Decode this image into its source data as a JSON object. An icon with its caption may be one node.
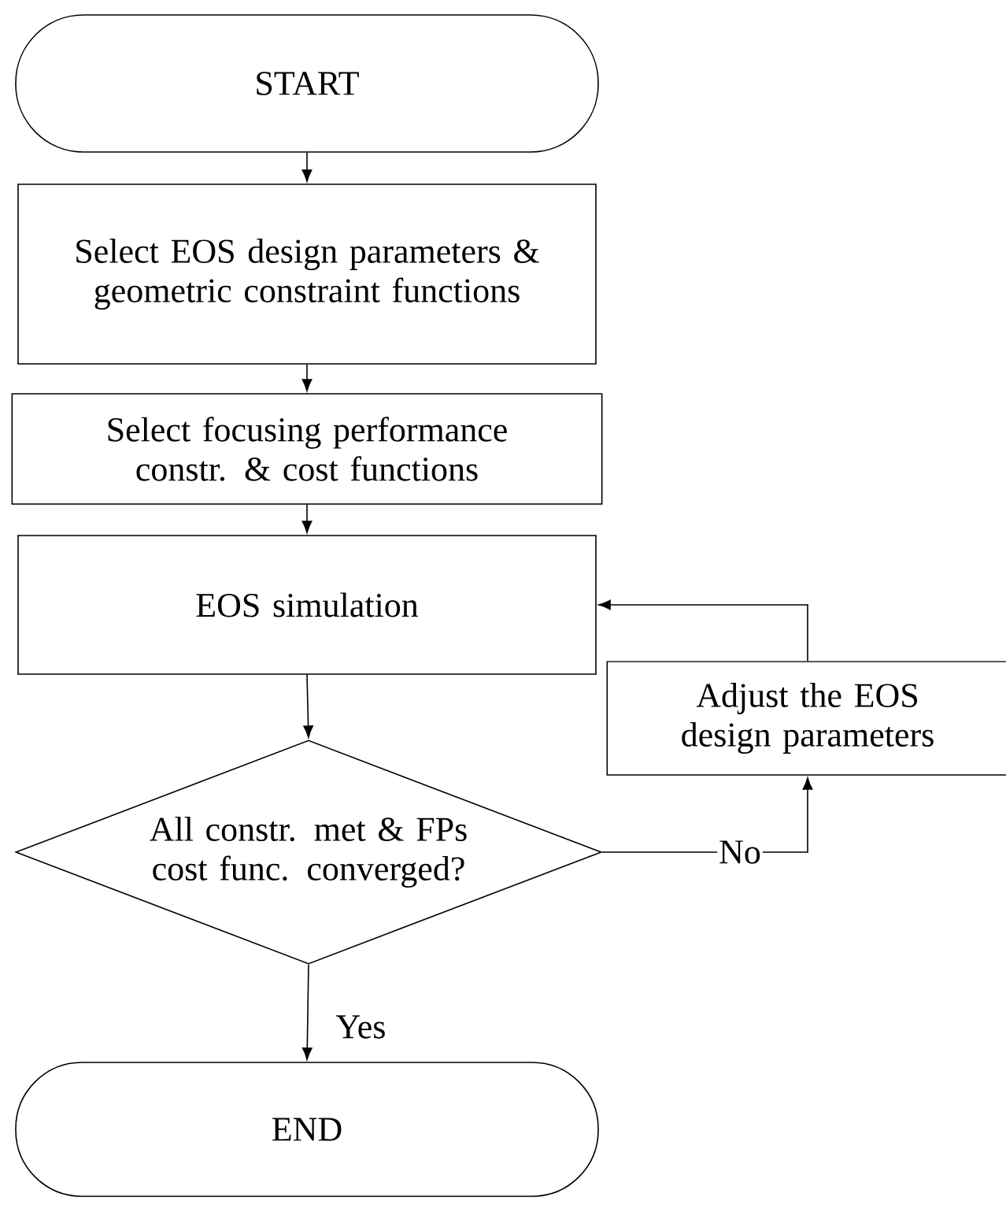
{
  "diagram": {
    "nodes": [
      {
        "text": [
          "START"
        ]
      },
      {
        "text": [
          "Select EOS design parameters & geometric constraint functions"
        ]
      },
      {
        "text": [
          "Select focusing performance constr. & cost functions"
        ]
      },
      {
        "text": [
          "EOS simulation"
        ]
      },
      {
        "text": [
          "All constr. met & FPs cost func. converged?"
        ]
      },
      {
        "text": [
          "Adjust the EOS design parameters"
        ]
      },
      {
        "text": [
          "END"
        ]
      }
    ],
    "edges": [
      {
        "from": 0,
        "to": 1,
        "arrow": "to"
      },
      {
        "from": 1,
        "to": 2,
        "arrow": "to"
      },
      {
        "from": 2,
        "to": 3,
        "arrow": "to"
      },
      {
        "from": 3,
        "to": 4,
        "arrow": "to"
      },
      {
        "from": 4,
        "to": 5,
        "arrow": "to",
        "label": "No"
      },
      {
        "from": 5,
        "to": 3,
        "arrow": "to"
      },
      {
        "from": 4,
        "to": 6,
        "arrow": "to",
        "label": "Yes"
      }
    ]
  }
}
